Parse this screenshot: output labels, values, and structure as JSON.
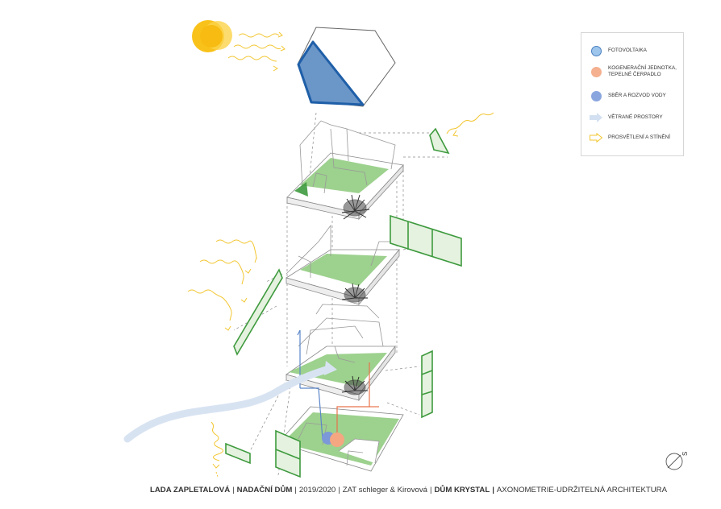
{
  "colors": {
    "green_fill": "#8cc97a",
    "green_stroke": "#3e9a3e",
    "pv_blue": "#5a8fc9",
    "pv_stroke": "#1f5fa8",
    "orange": "#e8734a",
    "sun": "#f6c623",
    "ray": "#f2c631",
    "air": "#d8e3f2",
    "water_blue": "#5b86c9",
    "line_gray": "#9a9a9a"
  },
  "legend": {
    "items": [
      {
        "icon": "fotovoltaika-dot-icon",
        "color": "#9ec6ec",
        "label": "FOTOVOLTAIKA"
      },
      {
        "icon": "kogenerace-dot-icon",
        "color": "#f4b08f",
        "label": "KOGENERAČNÍ JEDNOTKA, TEPELNÉ ČERPADLO"
      },
      {
        "icon": "voda-dot-icon",
        "color": "#8aa6de",
        "label": "SBĚR A ROZVOD VODY"
      },
      {
        "icon": "air-arrow-icon",
        "color": "#d3e0f1",
        "label": "VĚTRANÉ PROSTORY"
      },
      {
        "icon": "light-arrow-icon",
        "color": "#f2c631",
        "label": "PROSVĚTLENÍ A STÍNĚNÍ"
      }
    ]
  },
  "footer": {
    "author": "LADA ZAPLETALOVÁ",
    "project": "NADAČNÍ DŮM",
    "year": "2019/2020",
    "studio": "ZAT schleger & Kirovová",
    "building": "DŮM KRYSTAL",
    "sheet": "AXONOMETRIE-UDRŽITELNÁ ARCHITEKTURA"
  },
  "compass": {
    "label": "S"
  }
}
